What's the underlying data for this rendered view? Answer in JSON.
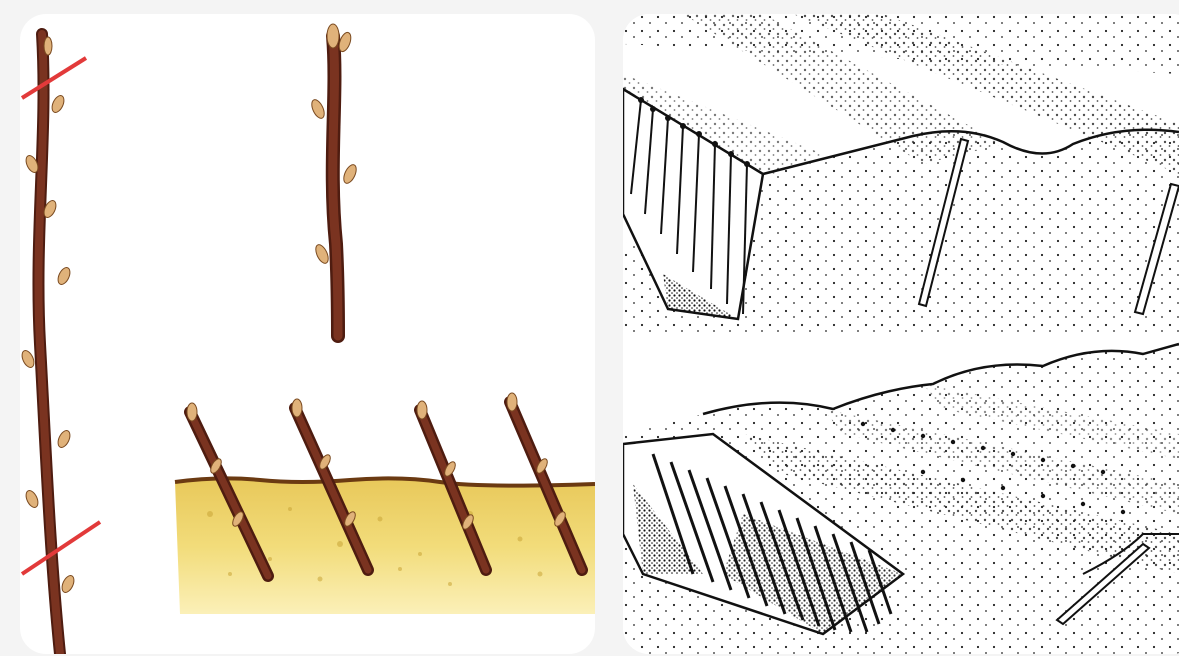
{
  "illustrations": [
    {
      "id": "left",
      "subject": "currant-cuttings-preparation-and-planting",
      "palette": {
        "stem": "#7a3320",
        "stem_dark": "#4e1c10",
        "bud": "#e0b27a",
        "cut_line": "#e23a3a",
        "soil": "#f0dc78",
        "soil_dark": "#c9a537",
        "soil_crust": "#6b3a12"
      }
    },
    {
      "id": "right",
      "subject": "cuttings-in-trench-and-field-rows",
      "palette": {
        "ink": "#111111",
        "paper": "#ffffff",
        "stipple": "#222222"
      }
    }
  ]
}
